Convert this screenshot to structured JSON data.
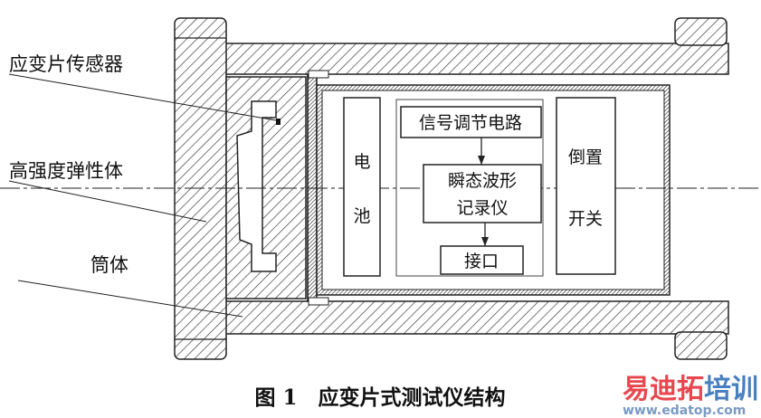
{
  "labels": {
    "sensor": "应变片传感器",
    "elastic_body": "高强度弹性体",
    "cylinder": "筒体"
  },
  "components": {
    "battery_1": "电",
    "battery_2": "池",
    "signal": "信号调节电路",
    "recorder_1": "瞬态波形",
    "recorder_2": "记录仪",
    "interface": "接口",
    "switch_1": "倒置",
    "switch_2": "开关"
  },
  "caption": "图 1　应变片式测试仪结构",
  "watermark": {
    "brand_red": "易迪拓",
    "brand_blue": "培训",
    "url": "www.edatop.com",
    "red": "#e8474f",
    "blue": "#4a7fc0"
  }
}
